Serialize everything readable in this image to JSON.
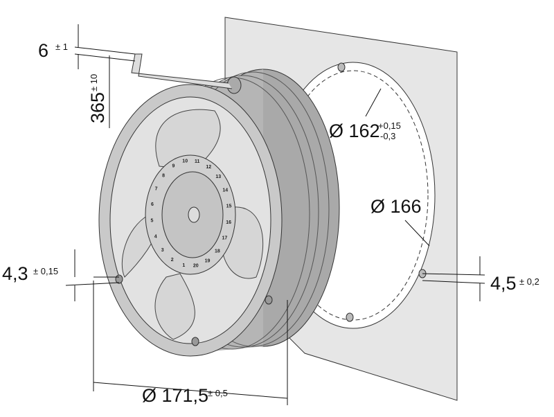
{
  "dimensions": {
    "cable_strip": {
      "value": "6",
      "tol": "± 1"
    },
    "cable_length": {
      "value": "365",
      "tol": "± 10"
    },
    "cutout_diameter": {
      "value": "Ø 162",
      "tol_plus": "+0,15",
      "tol_minus": "-0,3"
    },
    "hole_circle": {
      "value": "Ø 166"
    },
    "fan_hole": {
      "value": "4,3",
      "tol": "± 0,15"
    },
    "panel_hole": {
      "value": "4,5",
      "tol": "± 0,2"
    },
    "fan_diameter": {
      "value": "Ø 171,5",
      "tol": "± 0,5"
    }
  },
  "hub_scale": [
    "1",
    "2",
    "3",
    "4",
    "5",
    "6",
    "7",
    "8",
    "9",
    "10",
    "11",
    "12",
    "13",
    "14",
    "15",
    "16",
    "17",
    "18",
    "19",
    "20"
  ],
  "colors": {
    "panel": "#e4e4e4",
    "housing": "#b9b9b9",
    "blade": "#d2d2d2",
    "hub": "#cfcfcf"
  }
}
